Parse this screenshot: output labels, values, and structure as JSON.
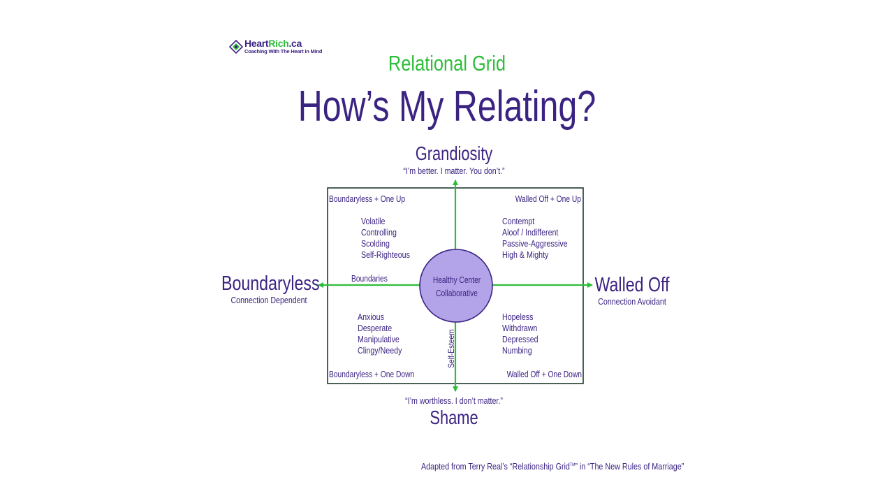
{
  "logo": {
    "name_part1": "Heart",
    "name_part2": "Rich",
    "name_part3": ".ca",
    "tagline": "Coaching With The Heart in Mind"
  },
  "header": {
    "subtitle": "Relational Grid",
    "title": "How’s My Relating?"
  },
  "axes": {
    "top": {
      "label": "Grandiosity",
      "quote": "“I’m better. I matter. You don’t.”"
    },
    "bottom": {
      "label": "Shame",
      "quote": "“I’m worthless. I don’t matter.”"
    },
    "left": {
      "label": "Boundaryless",
      "sub": "Connection Dependent"
    },
    "right": {
      "label": "Walled Off",
      "sub": "Connection Avoidant"
    },
    "horizontal_dimension": "Boundaries",
    "vertical_dimension": "Self-Esteem"
  },
  "center": {
    "line1": "Healthy Center",
    "line2": "Collaborative"
  },
  "quadrants": {
    "top_left": {
      "title": "Boundaryless + One Up",
      "items": [
        "Volatile",
        "Controlling",
        "Scolding",
        "Self-Righteous"
      ]
    },
    "top_right": {
      "title": "Walled Off + One Up",
      "items": [
        "Contempt",
        "Aloof / Indifferent",
        "Passive-Aggressive",
        "High & Mighty"
      ]
    },
    "bottom_left": {
      "title": "Boundaryless + One Down",
      "items": [
        "Anxious",
        "Desperate",
        "Manipulative",
        "Clingy/Needy"
      ]
    },
    "bottom_right": {
      "title": "Walled Off + One Down",
      "items": [
        "Hopeless",
        "Withdrawn",
        "Depressed",
        "Numbing"
      ]
    }
  },
  "footer": {
    "before": "Adapted from Terry Real’s “Relationship Grid",
    "tm": "TM",
    "after": "” in “The New Rules of Marriage”"
  },
  "colors": {
    "purple": "#3b2382",
    "green": "#2ebd3a",
    "circle_fill": "#b3a3e8",
    "circle_stroke": "#3b2382",
    "box_stroke": "#1f3a2c"
  }
}
